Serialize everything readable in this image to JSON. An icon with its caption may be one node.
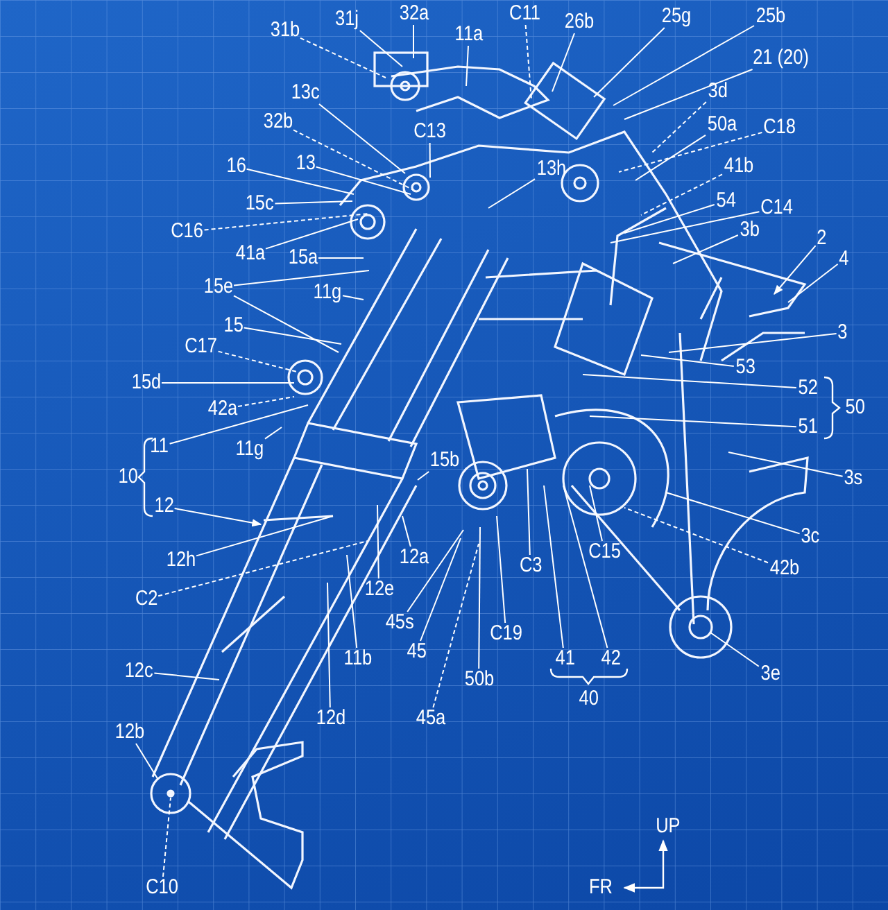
{
  "diagram": {
    "nodes": [
      {
        "text": [
          "31j"
        ]
      },
      {
        "text": [
          "32a"
        ]
      },
      {
        "text": [
          "31b"
        ]
      },
      {
        "text": [
          "11a"
        ]
      },
      {
        "text": [
          "C11"
        ]
      },
      {
        "text": [
          "26b"
        ]
      },
      {
        "text": [
          "25g"
        ]
      },
      {
        "text": [
          "25b"
        ]
      },
      {
        "text": [
          "21 (20)"
        ]
      },
      {
        "text": [
          "13c"
        ]
      },
      {
        "text": [
          "C13"
        ]
      },
      {
        "text": [
          "3d"
        ]
      },
      {
        "text": [
          "32b"
        ]
      },
      {
        "text": [
          "50a"
        ]
      },
      {
        "text": [
          "C18"
        ]
      },
      {
        "text": [
          "13"
        ]
      },
      {
        "text": [
          "16"
        ]
      },
      {
        "text": [
          "41b"
        ]
      },
      {
        "text": [
          "13h"
        ]
      },
      {
        "text": [
          "54"
        ]
      },
      {
        "text": [
          "15c"
        ]
      },
      {
        "text": [
          "C14"
        ]
      },
      {
        "text": [
          "C16"
        ]
      },
      {
        "text": [
          "3b"
        ]
      },
      {
        "text": [
          "2"
        ]
      },
      {
        "text": [
          "41a"
        ]
      },
      {
        "text": [
          "15a"
        ]
      },
      {
        "text": [
          "4"
        ]
      },
      {
        "text": [
          "15e"
        ]
      },
      {
        "text": [
          "11g"
        ]
      },
      {
        "text": [
          "15"
        ]
      },
      {
        "text": [
          "3"
        ]
      },
      {
        "text": [
          "C17"
        ]
      },
      {
        "text": [
          "53"
        ]
      },
      {
        "text": [
          "15d"
        ]
      },
      {
        "text": [
          "52"
        ]
      },
      {
        "text": [
          "42a"
        ]
      },
      {
        "text": [
          "51"
        ]
      },
      {
        "text": [
          "11"
        ]
      },
      {
        "text": [
          "11g"
        ]
      },
      {
        "text": [
          "3s"
        ]
      },
      {
        "text": [
          "12"
        ]
      },
      {
        "text": [
          "15b"
        ]
      },
      {
        "text": [
          "3c"
        ]
      },
      {
        "text": [
          "12a"
        ]
      },
      {
        "text": [
          "12h"
        ]
      },
      {
        "text": [
          "C3"
        ]
      },
      {
        "text": [
          "C15"
        ]
      },
      {
        "text": [
          "42b"
        ]
      },
      {
        "text": [
          "12e"
        ]
      },
      {
        "text": [
          "C2"
        ]
      },
      {
        "text": [
          "45s"
        ]
      },
      {
        "text": [
          "C19"
        ]
      },
      {
        "text": [
          "11b"
        ]
      },
      {
        "text": [
          "45"
        ]
      },
      {
        "text": [
          "41"
        ]
      },
      {
        "text": [
          "42"
        ]
      },
      {
        "text": [
          "12c"
        ]
      },
      {
        "text": [
          "3e"
        ]
      },
      {
        "text": [
          "50b"
        ]
      },
      {
        "text": [
          "12d"
        ]
      },
      {
        "text": [
          "45a"
        ]
      },
      {
        "text": [
          "12b"
        ]
      },
      {
        "text": [
          "C10"
        ]
      }
    ],
    "edges": [
      {
        "from": 0,
        "to": null,
        "arrow": "none"
      },
      {
        "from": 1,
        "to": null,
        "arrow": "none"
      },
      {
        "from": 2,
        "to": null,
        "arrow": "none",
        "style": "dashed"
      },
      {
        "from": 3,
        "to": null,
        "arrow": "none"
      },
      {
        "from": 4,
        "to": null,
        "arrow": "none",
        "style": "dashed"
      },
      {
        "from": 5,
        "to": null,
        "arrow": "none"
      },
      {
        "from": 6,
        "to": null,
        "arrow": "none"
      },
      {
        "from": 7,
        "to": null,
        "arrow": "none"
      },
      {
        "from": 8,
        "to": null,
        "arrow": "none"
      },
      {
        "from": 9,
        "to": null,
        "arrow": "none"
      },
      {
        "from": 10,
        "to": null,
        "arrow": "none"
      },
      {
        "from": 11,
        "to": null,
        "arrow": "none",
        "style": "dashed"
      },
      {
        "from": 12,
        "to": null,
        "arrow": "none",
        "style": "dashed"
      },
      {
        "from": 13,
        "to": null,
        "arrow": "none"
      },
      {
        "from": 14,
        "to": null,
        "arrow": "none",
        "style": "dashed"
      },
      {
        "from": 15,
        "to": null,
        "arrow": "none"
      },
      {
        "from": 16,
        "to": null,
        "arrow": "none"
      },
      {
        "from": 17,
        "to": null,
        "arrow": "none",
        "style": "dashed"
      },
      {
        "from": 18,
        "to": null,
        "arrow": "none"
      },
      {
        "from": 19,
        "to": null,
        "arrow": "none"
      },
      {
        "from": 20,
        "to": null,
        "arrow": "none"
      },
      {
        "from": 21,
        "to": null,
        "arrow": "none"
      },
      {
        "from": 22,
        "to": null,
        "arrow": "none",
        "style": "dashed"
      },
      {
        "from": 23,
        "to": null,
        "arrow": "none"
      },
      {
        "from": 24,
        "to": null,
        "arrow": "to"
      },
      {
        "from": 25,
        "to": null,
        "arrow": "none"
      },
      {
        "from": 26,
        "to": null,
        "arrow": "none"
      },
      {
        "from": 27,
        "to": null,
        "arrow": "none"
      },
      {
        "from": 28,
        "to": null,
        "arrow": "none"
      },
      {
        "from": 28,
        "to": null,
        "arrow": "none"
      },
      {
        "from": 29,
        "to": null,
        "arrow": "none"
      },
      {
        "from": 30,
        "to": null,
        "arrow": "none"
      },
      {
        "from": 31,
        "to": null,
        "arrow": "none"
      },
      {
        "from": 32,
        "to": null,
        "arrow": "none",
        "style": "dashed"
      },
      {
        "from": 33,
        "to": null,
        "arrow": "none"
      },
      {
        "from": 34,
        "to": null,
        "arrow": "none"
      },
      {
        "from": 35,
        "to": null,
        "arrow": "none"
      },
      {
        "from": 36,
        "to": null,
        "arrow": "none",
        "style": "dashed"
      },
      {
        "from": 37,
        "to": null,
        "arrow": "none"
      },
      {
        "from": 38,
        "to": null,
        "arrow": "none"
      },
      {
        "from": 39,
        "to": null,
        "arrow": "none"
      },
      {
        "from": 40,
        "to": null,
        "arrow": "none"
      },
      {
        "from": 41,
        "to": null,
        "arrow": "to"
      },
      {
        "from": 42,
        "to": null,
        "arrow": "none"
      },
      {
        "from": 43,
        "to": null,
        "arrow": "none"
      },
      {
        "from": 44,
        "to": null,
        "arrow": "none"
      },
      {
        "from": 45,
        "to": null,
        "arrow": "none"
      },
      {
        "from": 46,
        "to": null,
        "arrow": "none"
      },
      {
        "from": 47,
        "to": null,
        "arrow": "none"
      },
      {
        "from": 48,
        "to": null,
        "arrow": "none",
        "style": "dashed"
      },
      {
        "from": 49,
        "to": null,
        "arrow": "none"
      },
      {
        "from": 50,
        "to": null,
        "arrow": "none",
        "style": "dashed"
      },
      {
        "from": 51,
        "to": null,
        "arrow": "none"
      },
      {
        "from": 52,
        "to": null,
        "arrow": "none"
      },
      {
        "from": 53,
        "to": null,
        "arrow": "none"
      },
      {
        "from": 54,
        "to": null,
        "arrow": "none"
      },
      {
        "from": 55,
        "to": null,
        "arrow": "none"
      },
      {
        "from": 56,
        "to": null,
        "arrow": "none"
      },
      {
        "from": 57,
        "to": null,
        "arrow": "none"
      },
      {
        "from": 58,
        "to": null,
        "arrow": "none"
      },
      {
        "from": 59,
        "to": null,
        "arrow": "none"
      },
      {
        "from": 60,
        "to": null,
        "arrow": "none"
      },
      {
        "from": 61,
        "to": null,
        "arrow": "none",
        "style": "dashed"
      },
      {
        "from": 62,
        "to": null,
        "arrow": "none"
      },
      {
        "from": 63,
        "to": null,
        "arrow": "none",
        "style": "dashed"
      }
    ],
    "labels": [
      "10",
      "50",
      "40",
      "UP",
      "FR"
    ]
  }
}
